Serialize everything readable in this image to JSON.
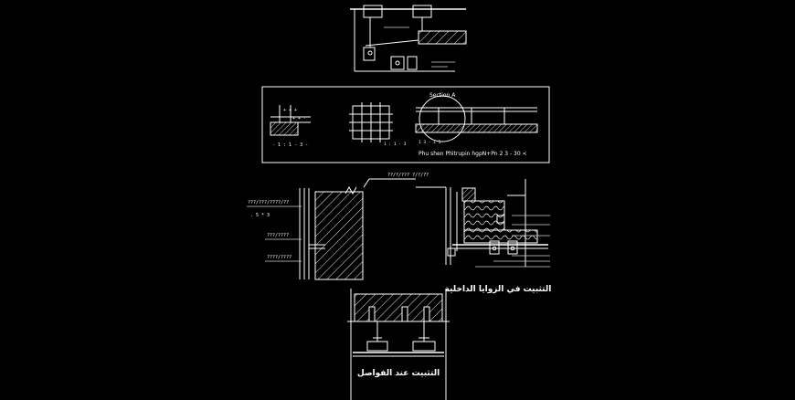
{
  "drawing": {
    "background": "#000000",
    "line_color": "#ffffff",
    "panels": {
      "plan_detail": {
        "label_top": "Section A",
        "dims_left": "+  + +",
        "dims_right": "+ + ·",
        "scale_left": "- 1 : 1 - 3 -",
        "scale_mid": "1 : 1 - 3",
        "caption": "Phu  shen  Phitrupin  hgpN+Pn      2   3    -      30   <"
      },
      "wall_section": {
        "label_top": "??/?/??? ?/?/??",
        "label_left_1": "???/???/????/??",
        "label_left_2": ". 5  * 3",
        "label_left_3": "???/????",
        "label_left_4": "????/????"
      },
      "arabic_caption_1": "التثبيت في الزوايا الداخلية",
      "arabic_caption_2": "التثبيت عند الفواصل"
    },
    "icons": [
      "hatch-pattern",
      "bolt-icon",
      "anchor-bracket-icon",
      "leader-arrow-icon"
    ]
  }
}
